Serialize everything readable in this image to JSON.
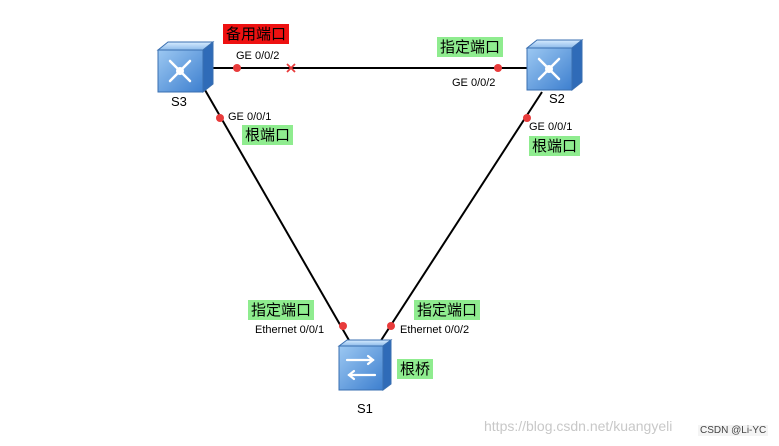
{
  "devices": {
    "s3": {
      "name": "S3"
    },
    "s2": {
      "name": "S2"
    },
    "s1": {
      "name": "S1"
    }
  },
  "ports": {
    "s3_top": "GE 0/0/2",
    "s2_top": "GE 0/0/2",
    "s3_bottom": "GE 0/0/1",
    "s2_bottom": "GE 0/0/1",
    "s1_left": "Ethernet 0/0/1",
    "s1_right": "Ethernet 0/0/2"
  },
  "roles": {
    "s3_alternate": "备用端口",
    "s2_designated": "指定端口",
    "s3_root": "根端口",
    "s2_root": "根端口",
    "s1_left_designated": "指定端口",
    "s1_right_designated": "指定端口",
    "root_bridge": "根桥"
  },
  "watermark": {
    "url": "https://blog.csdn.net/kuangyeli",
    "author": "CSDN @Li-YC"
  },
  "colors": {
    "role_tag": "#8fec8f",
    "alternate_tag": "#ee1111",
    "port_dot": "#e83b3b",
    "link": "#000000",
    "device_blue": "#4f8fd6"
  }
}
